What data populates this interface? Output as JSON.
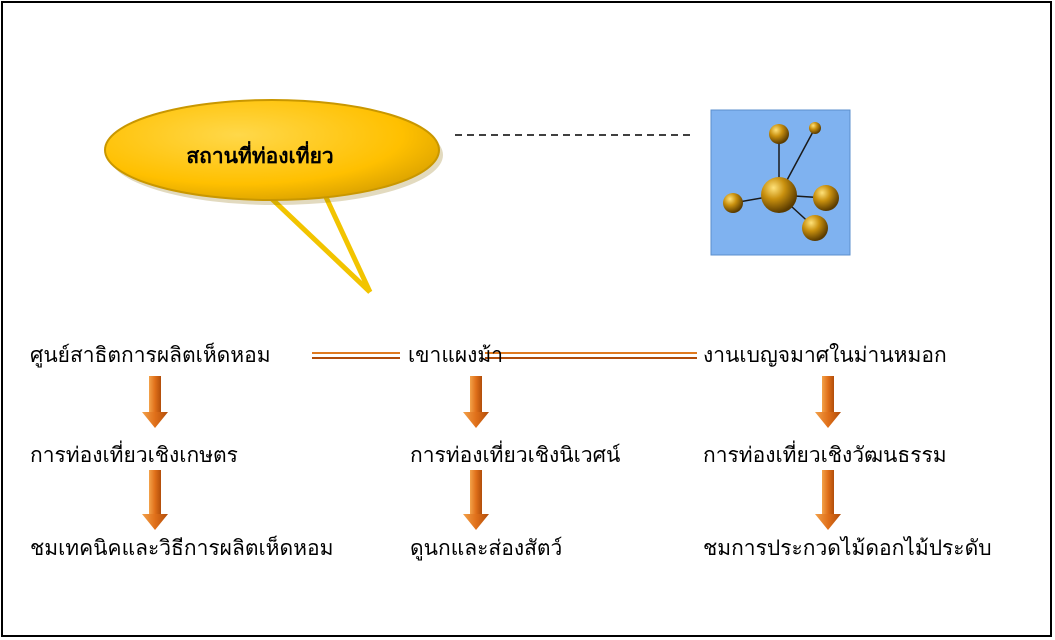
{
  "callout": {
    "label": "สถานที่ท่องเที่ยว"
  },
  "columns": [
    {
      "place": "ศูนย์สาธิตการผลิตเห็ดหอม",
      "tourism_type": "การท่องเที่ยวเชิงเกษตร",
      "activity": "ชมเทคนิคและวิธีการผลิตเห็ดหอม"
    },
    {
      "place": "เขาแผงม้า",
      "tourism_type": "การท่องเที่ยวเชิงนิเวศน์",
      "activity": "ดูนกและส่องสัตว์"
    },
    {
      "place": "งานเบญจมาศในม่านหมอก",
      "tourism_type": "การท่องเที่ยวเชิงวัฒนธรรม",
      "activity": "ชมการประกวดไม้ดอกไม้ประดับ"
    }
  ],
  "colors": {
    "bubble_fill": "#ffc000",
    "bubble_edge": "#c99700",
    "arrow": "#e07a1f",
    "icon_bg": "#7fb2f0",
    "sphere": "#b8860b"
  },
  "icons": {
    "molecule": "molecule-icon",
    "connector": "double-line-connector",
    "arrow": "down-arrow"
  }
}
